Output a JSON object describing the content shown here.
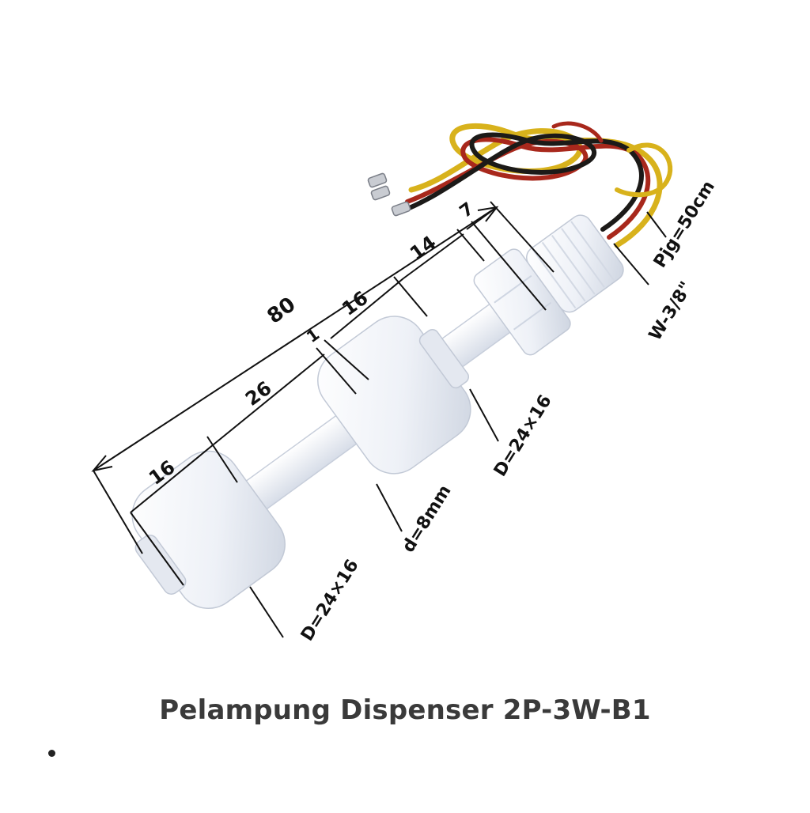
{
  "caption": "Pelampung Dispenser 2P-3W-B1",
  "dimensions": {
    "overall": "80",
    "seg_bottom": "16",
    "seg_middle": "26",
    "gap": "1",
    "seg_upper_float": "16",
    "seg_stem": "14",
    "seg_nut": "7"
  },
  "callouts": {
    "lower_float": "D=24×16",
    "upper_float": "D=24×16",
    "stem": "d=8mm",
    "thread": "W-3/8\"",
    "cable": "Pjg=50cm"
  },
  "colors": {
    "body": "#eef1f7",
    "body_shade": "#d5dbe6",
    "wire_yellow": "#d8b21c",
    "wire_red": "#a8281c",
    "wire_black": "#1c1a18"
  }
}
